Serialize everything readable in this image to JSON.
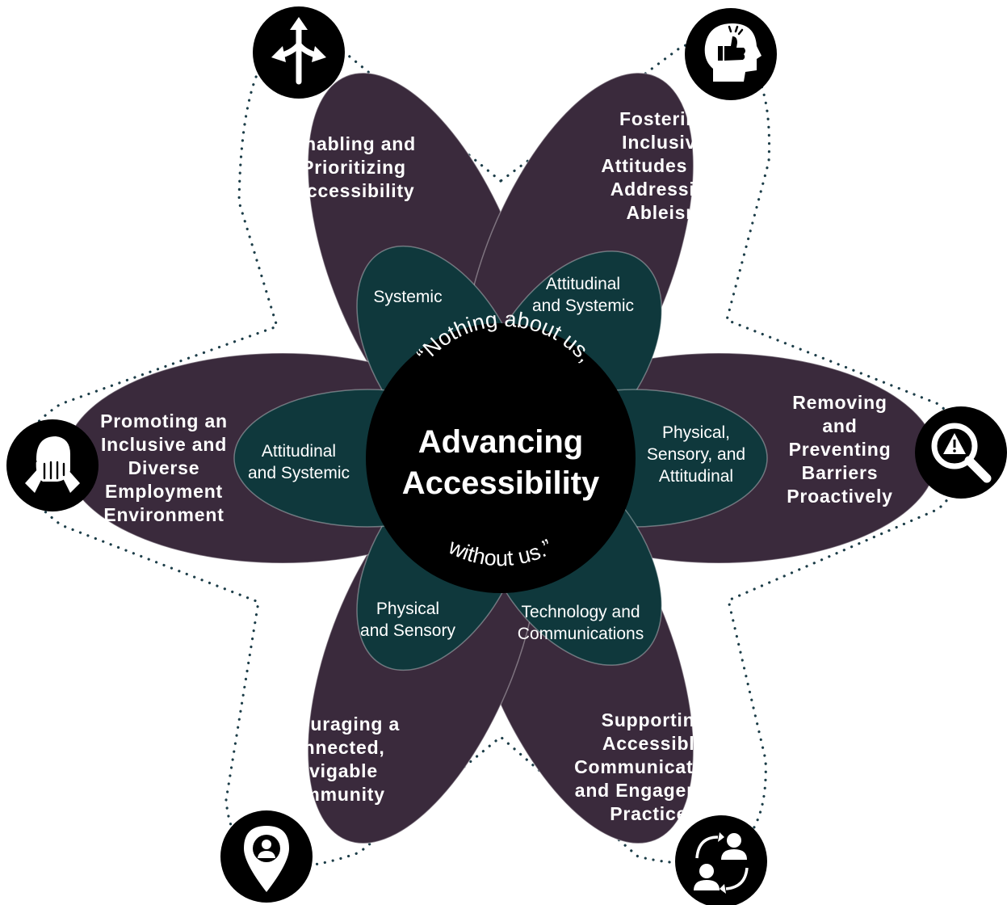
{
  "colors": {
    "outer_petal": "#3a2a3c",
    "inner_petal": "#0f383c",
    "center": "#000000",
    "icon_circle": "#000000",
    "text": "#ffffff",
    "dotted_outline": "#1c3d48"
  },
  "center": {
    "title_line1": "Advancing",
    "title_line2": "Accessibility",
    "quote_top": "“Nothing about us,",
    "quote_bottom": "without us.”"
  },
  "outer_petals": [
    {
      "id": "enabling",
      "icon": "split-arrows-icon",
      "lines": [
        "Enabling and",
        "Prioritizing",
        "Accessibility"
      ]
    },
    {
      "id": "fostering",
      "icon": "head-thumbs-up-icon",
      "lines": [
        "Fostering",
        "Inclusive",
        "Attitudes and",
        "Addressing",
        "Ableism"
      ]
    },
    {
      "id": "removing",
      "icon": "magnifier-warning-icon",
      "lines": [
        "Removing",
        "and",
        "Preventing",
        "Barriers",
        "Proactively"
      ]
    },
    {
      "id": "supporting",
      "icon": "people-exchange-icon",
      "lines": [
        "Supporting",
        "Accessible",
        "Communications",
        "and Engagement",
        "Practices"
      ]
    },
    {
      "id": "encouraging",
      "icon": "location-pin-person-icon",
      "lines": [
        "Encouraging a",
        "Connected,",
        "Navigable",
        "Community"
      ]
    },
    {
      "id": "promoting",
      "icon": "stacked-hands-icon",
      "lines": [
        "Promoting an",
        "Inclusive and",
        "Diverse",
        "Employment",
        "Environment"
      ]
    }
  ],
  "inner_petals": [
    {
      "id": "systemic",
      "lines": [
        "Systemic"
      ]
    },
    {
      "id": "attitudinal-systemic-top",
      "lines": [
        "Attitudinal",
        "and Systemic"
      ]
    },
    {
      "id": "physical-sensory-attitudinal",
      "lines": [
        "Physical,",
        "Sensory, and",
        "Attitudinal"
      ]
    },
    {
      "id": "technology-communications",
      "lines": [
        "Technology and",
        "Communications"
      ]
    },
    {
      "id": "physical-sensory",
      "lines": [
        "Physical",
        "and Sensory"
      ]
    },
    {
      "id": "attitudinal-systemic-left",
      "lines": [
        "Attitudinal",
        "and Systemic"
      ]
    }
  ]
}
